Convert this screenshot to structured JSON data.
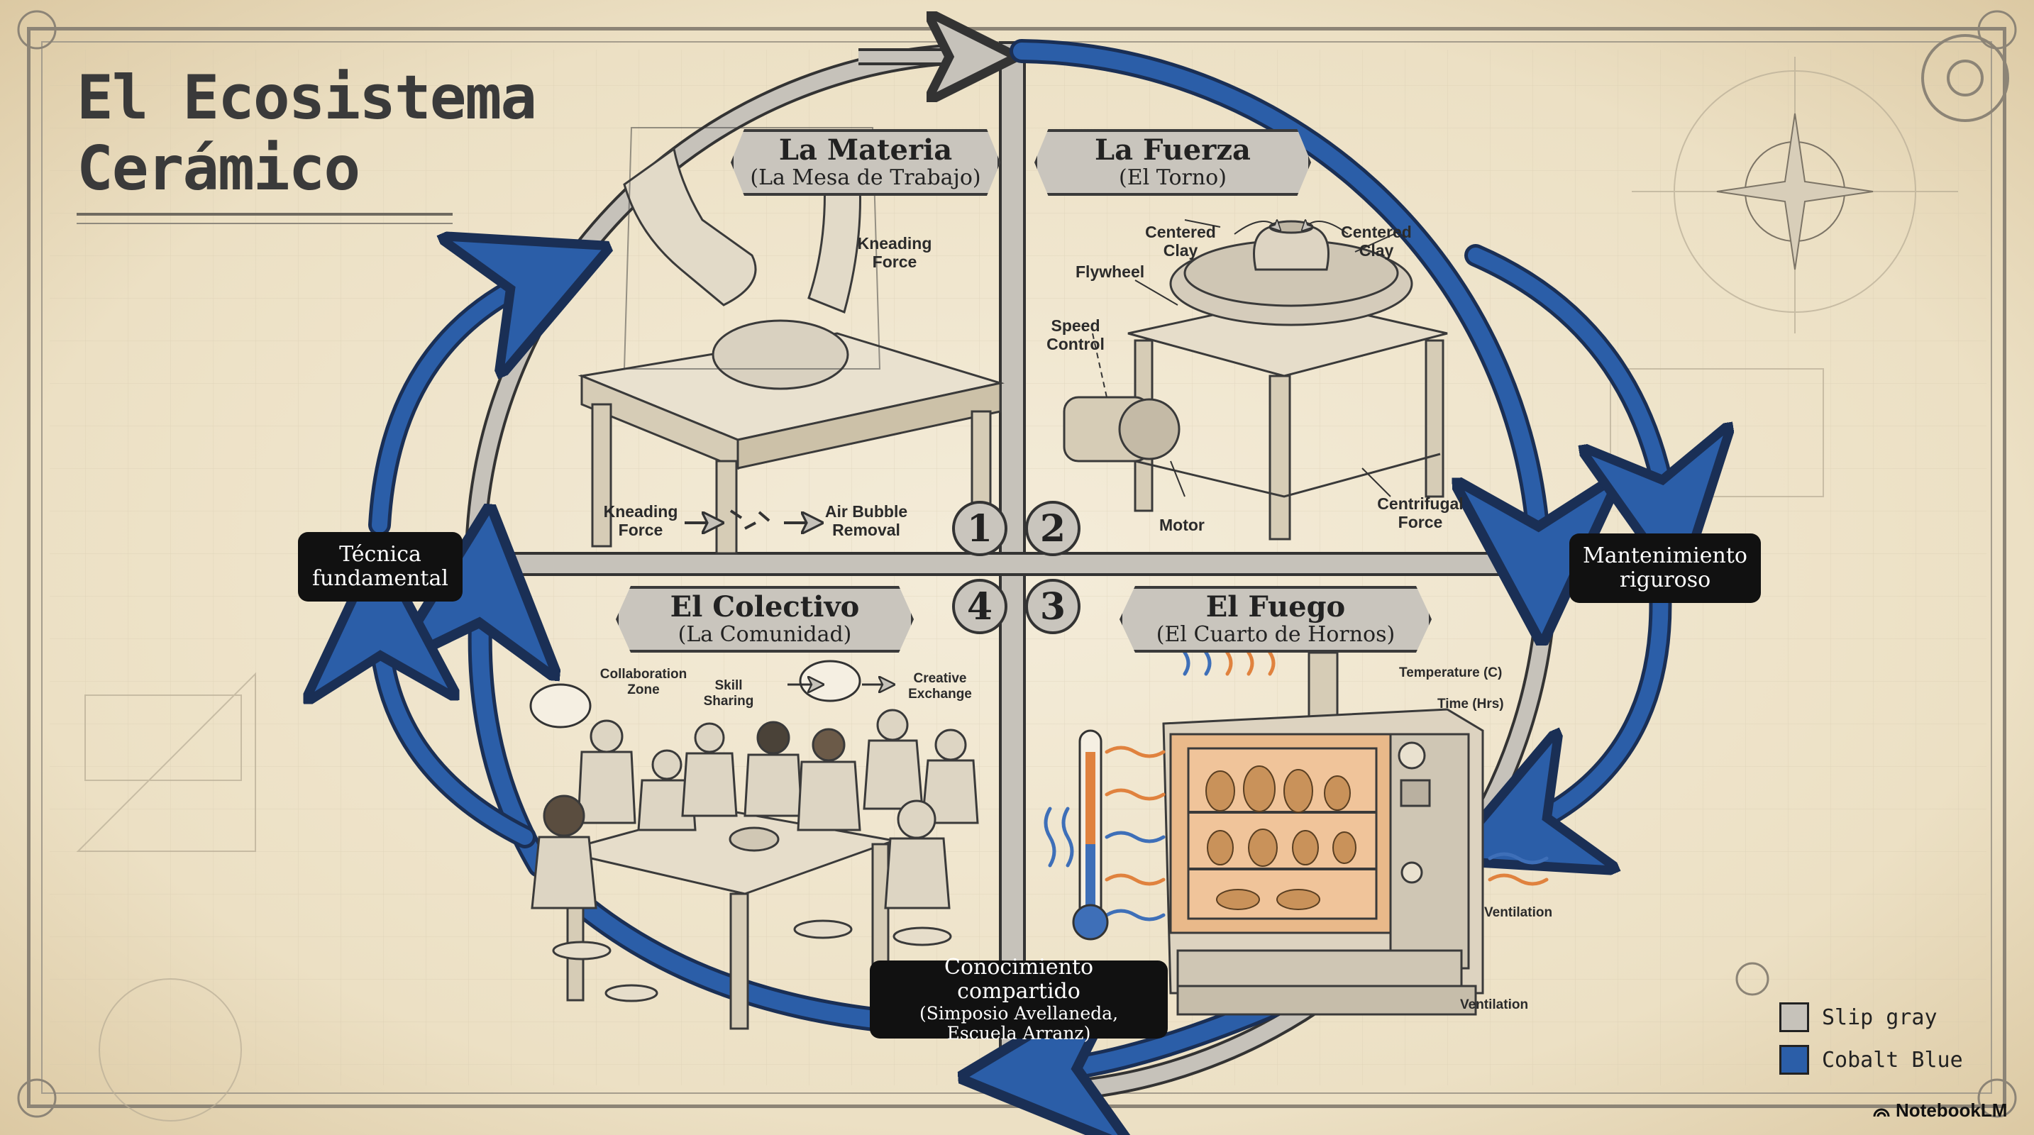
{
  "title": "El Ecosistema Cerámico",
  "colors": {
    "slip_gray": "#c6c2ba",
    "cobalt_blue": "#2b5ea8",
    "ink": "#222222"
  },
  "quadrants": [
    {
      "number": "1",
      "title": "La Materia",
      "subtitle": "(La Mesa de Trabajo)",
      "labels": {
        "kneading_top": "Kneading Force",
        "kneading_bottom": "Kneading Force",
        "air_bubble": "Air Bubble Removal"
      }
    },
    {
      "number": "2",
      "title": "La Fuerza",
      "subtitle": "(El Torno)",
      "labels": {
        "centered_left": "Centered Clay",
        "centered_right": "Centered Clay",
        "flywheel": "Flywheel",
        "speed_control": "Speed Control",
        "motor": "Motor",
        "centrifugal": "Centrifugal Force"
      }
    },
    {
      "number": "3",
      "title": "El Fuego",
      "subtitle": "(El Cuarto de Hornos)",
      "labels": {
        "temperature": "Temperature (C)",
        "time": "Time (Hrs)",
        "ventilation_side": "Ventilation",
        "ventilation_bottom": "Ventilation"
      }
    },
    {
      "number": "4",
      "title": "El Colectivo",
      "subtitle": "(La Comunidad)",
      "labels": {
        "collaboration": "Collaboration Zone",
        "skill": "Skill Sharing",
        "creative": "Creative Exchange"
      }
    }
  ],
  "badges": {
    "left": "Técnica fundamental",
    "right": "Mantenimiento riguroso",
    "bottom_title": "Conocimiento compartido",
    "bottom_sub": "(Simposio Avellaneda, Escuela Arranz)"
  },
  "legend": [
    {
      "label": "Slip gray",
      "color": "#c6c2ba"
    },
    {
      "label": "Cobalt Blue",
      "color": "#2b5ea8"
    }
  ],
  "brand": "NotebookLM"
}
